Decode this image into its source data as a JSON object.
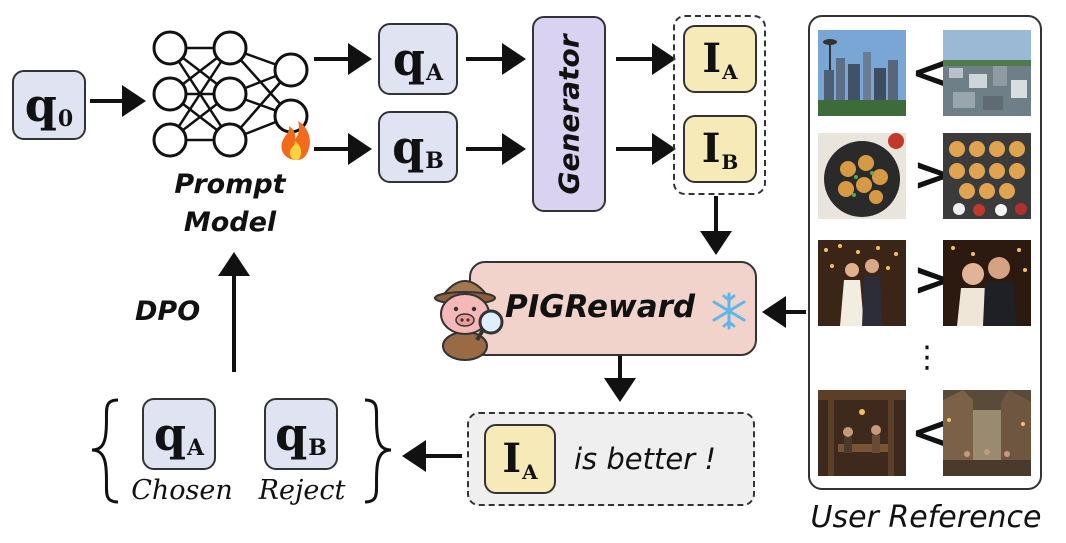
{
  "q0": {
    "main": "q",
    "sub": "0"
  },
  "qA": {
    "main": "q",
    "sub": "A"
  },
  "qB": {
    "main": "q",
    "sub": "B"
  },
  "generator_label": "Generator",
  "IA": {
    "main": "I",
    "sub": "A"
  },
  "IB": {
    "main": "I",
    "sub": "B"
  },
  "prompt_model_label": [
    "Prompt",
    "Model"
  ],
  "dpo_label": "DPO",
  "reward_label": "PIGReward",
  "result": {
    "main": "I",
    "sub": "A",
    "text": "is better !"
  },
  "chosen": {
    "main": "q",
    "sub": "A",
    "label": "Chosen"
  },
  "reject": {
    "main": "q",
    "sub": "B",
    "label": "Reject"
  },
  "user_reference": {
    "title": "User Reference",
    "rows": [
      {
        "symbol": "<",
        "left_image": "city-skyline-photo",
        "right_image": "aerial-city-photo"
      },
      {
        "symbol": ">",
        "left_image": "dumplings-plate-photo",
        "right_image": "pastry-tray-photo"
      },
      {
        "symbol": ">",
        "left_image": "dancing-couple-photo",
        "right_image": "couple-portrait-photo"
      },
      {
        "symbol": "<",
        "left_image": "tavern-interior-photo",
        "right_image": "village-street-photo"
      }
    ],
    "ellipsis": "⋮"
  },
  "colors": {
    "q_fill": "#dfe3f2",
    "i_fill": "#f6eab8",
    "generator_fill": "#d9d2f0",
    "reward_fill": "#f2d3cc",
    "result_fill": "#efefef"
  }
}
